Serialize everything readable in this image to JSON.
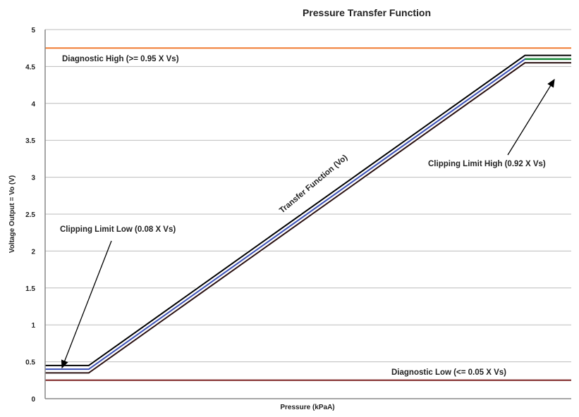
{
  "chart_data": {
    "type": "line",
    "title": "Pressure Transfer Function",
    "xlabel": "Pressure (kPaA)",
    "ylabel": "Voltage Output = Vo (V)",
    "ylim": [
      0,
      5
    ],
    "xlim": [
      0,
      100
    ],
    "yticks": [
      "0",
      "0.5",
      "1",
      "1.5",
      "2",
      "2.5",
      "3",
      "3.5",
      "4",
      "4.5",
      "5"
    ],
    "grid": "horizontal",
    "series": [
      {
        "x": [
          0,
          8.3,
          91.2,
          100
        ],
        "y": [
          0.45,
          0.45,
          4.65,
          4.65
        ],
        "color": "#000000"
      },
      {
        "x": [
          0,
          8.3,
          91.2,
          100
        ],
        "y": [
          0.4,
          0.4,
          4.6,
          4.6
        ],
        "color": "#3a4fb5",
        "end_color": "#1a8a3a"
      },
      {
        "x": [
          0,
          8.3,
          91.2,
          100
        ],
        "y": [
          0.35,
          0.35,
          4.55,
          4.55
        ],
        "color": "#2a1010"
      }
    ],
    "reference_lines": [
      {
        "y": 4.75,
        "color": "#f07a30",
        "label": "Diagnostic High (>= 0.95 X Vs)"
      },
      {
        "y": 0.25,
        "color": "#7a1e1e",
        "label": "Diagnostic Low (<= 0.05 X Vs)"
      }
    ],
    "annotations": {
      "transfer": "Transfer Function (Vo)",
      "clip_high": "Clipping Limit High (0.92 X Vs)",
      "clip_low": "Clipping Limit Low (0.08 X Vs)"
    }
  }
}
